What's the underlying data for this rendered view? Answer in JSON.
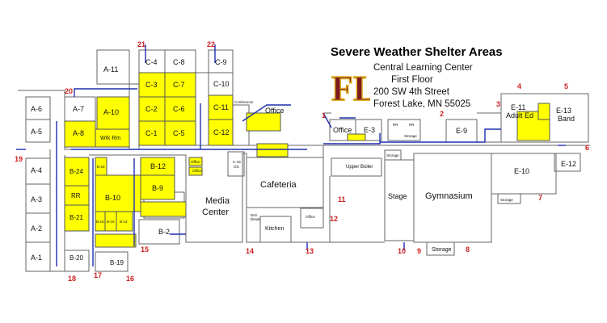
{
  "header": {
    "title": "Severe Weather Shelter Areas",
    "line1": "Central Learning Center",
    "line2": "First Floor",
    "line3": "200 SW 4th Street",
    "line4": "Forest Lake, MN  55025"
  },
  "logo": {
    "letters": "FL",
    "color": "#7a1a1f",
    "outline": "#e0b020"
  },
  "colors": {
    "shelter": "#ffff00",
    "route": "#1f2fb0",
    "exit": "#cc1f1f",
    "wall": "#555555"
  },
  "rooms": {
    "a11": "A-11",
    "a6": "A-6",
    "a5": "A-5",
    "a7": "A-7",
    "a8": "A-8",
    "a10": "A-10",
    "wrk": "Wrk Rm",
    "a4": "A-4",
    "a3": "A-3",
    "a2": "A-2",
    "a1": "A-1",
    "c4": "C-4",
    "c8": "C-8",
    "c9": "C-9",
    "c3": "C-3",
    "c7": "C-7",
    "c10": "C-10",
    "c2": "C-2",
    "c6": "C-6",
    "c11": "C-11",
    "c1": "C-1",
    "c5": "C-5",
    "c12": "C-12",
    "conf": "Conference",
    "office": "Office",
    "office2": "Office",
    "office3": "Office",
    "office4": "Office",
    "office5": "Office",
    "b24": "B-24",
    "rr": "RR",
    "rr2": "RR",
    "rr3": "RR",
    "b21": "B-21",
    "b20": "B-20",
    "b19": "B-19",
    "b23": "B-23",
    "b10": "B-10",
    "b12": "B-12",
    "b9": "B-9",
    "b2": "B-2",
    "b18": "B-18",
    "b16": "B-16",
    "b14": "B-14",
    "media1": "Media",
    "media2": "Center",
    "cafeteria": "Cafeteria",
    "kitchen": "Kitchen",
    "e3": "E-3",
    "e9": "E-9",
    "e10": "E-10",
    "e12": "E-12",
    "e11": "E-11",
    "adulted": "Adult Ed",
    "e13": "E-13",
    "band": "Band",
    "stage": "Stage",
    "gym": "Gymnasium",
    "storage1": "Storage",
    "storage2": "Storage",
    "storage3": "Storage",
    "storage4": "Storage",
    "upperboiler": "Upper Boiler",
    "c19": "C-19",
    "c19b": "Ofc",
    "deli": "Deli",
    "deli2": "Break"
  },
  "exits": [
    "1",
    "2",
    "3",
    "4",
    "5",
    "6",
    "7",
    "8",
    "9",
    "10",
    "11",
    "12",
    "13",
    "14",
    "15",
    "16",
    "17",
    "18",
    "19",
    "20",
    "21",
    "22"
  ]
}
